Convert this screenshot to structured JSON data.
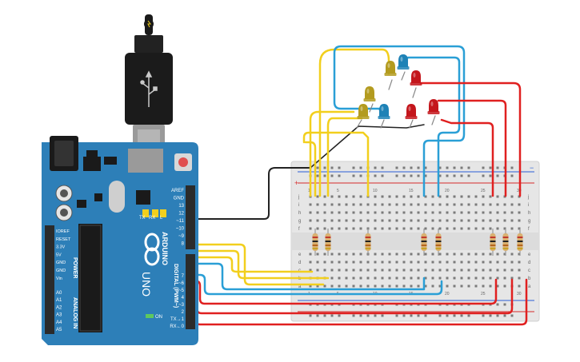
{
  "colors": {
    "board": "#2d7fb8",
    "board_dark": "#1f5f8c",
    "header": "#2b2b2b",
    "breadboard": "#e6e6e6",
    "bb_edge": "#d0d0d0",
    "rail_red": "#d62b2b",
    "rail_blue": "#2b5fd6",
    "wire_yellow": "#f2cf1d",
    "wire_blue": "#2a9fd6",
    "wire_red": "#e02020",
    "wire_black": "#222222",
    "led_yellow": "#b39b1f",
    "led_blue": "#1e82b6",
    "led_red": "#c4161c"
  },
  "board": {
    "brand": "ARDUINO",
    "model": "UNO",
    "digital_label": "DIGITAL (PWM~)",
    "power_label": "POWER",
    "analog_label": "ANALOG IN",
    "on_label": "ON",
    "l_label": "L",
    "tx_label": "TX",
    "rx_label": "RX",
    "top_pins": [
      "AREF",
      "GND",
      "13",
      "12",
      "~11",
      "~10",
      "~9",
      "8"
    ],
    "bottom_pins": [
      "7",
      "~6",
      "~5",
      "4",
      "~3",
      "2",
      "TX→1",
      "RX←0"
    ],
    "power_pins": [
      "IOREF",
      "RESET",
      "3.3V",
      "5V",
      "GND",
      "GND",
      "Vin"
    ],
    "analog_pins": [
      "A0",
      "A1",
      "A2",
      "A3",
      "A4",
      "A5"
    ]
  },
  "usb": {
    "icon": "usb-icon"
  },
  "breadboard": {
    "row_letters_top": [
      "j",
      "i",
      "h",
      "g",
      "f"
    ],
    "row_letters_bottom": [
      "e",
      "d",
      "c",
      "b",
      "a"
    ],
    "column_numbers": [
      "1",
      "",
      "",
      "",
      "5",
      "",
      "",
      "",
      "",
      "10",
      "",
      "",
      "",
      "",
      "15",
      "",
      "",
      "",
      "",
      "20",
      "",
      "",
      "",
      "",
      "25",
      "",
      "",
      "",
      "",
      "30"
    ],
    "plus": "+",
    "minus": "−"
  },
  "leds": [
    {
      "color": "yellow"
    },
    {
      "color": "yellow"
    },
    {
      "color": "yellow"
    },
    {
      "color": "blue"
    },
    {
      "color": "blue"
    },
    {
      "color": "red"
    },
    {
      "color": "red"
    },
    {
      "color": "red"
    }
  ],
  "resistors_count": 8
}
